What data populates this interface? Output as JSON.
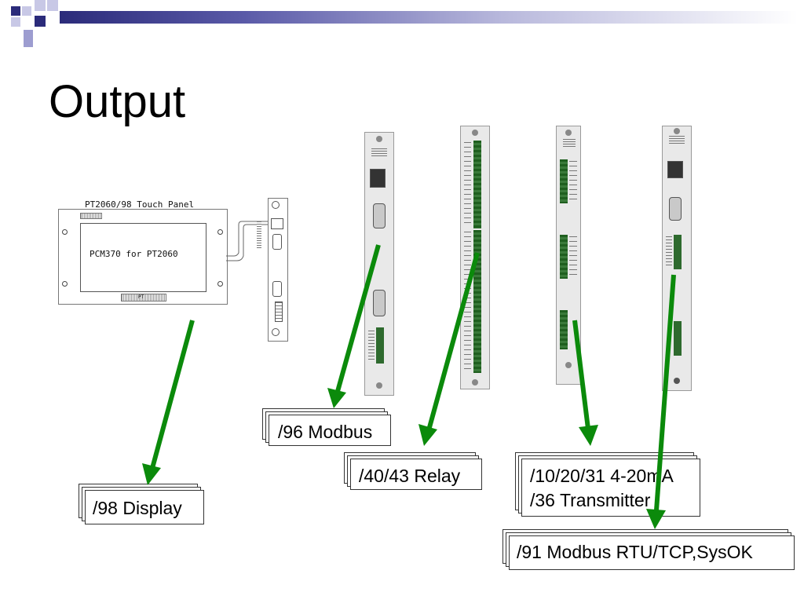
{
  "slide": {
    "title": "Output"
  },
  "touch_panel": {
    "header": "PT2060/98 Touch Panel",
    "screen_text": "PCM370 for PT2060",
    "bottom_mark": "PT"
  },
  "labels": {
    "modbus_96": "/96 Modbus",
    "relay_40_43": "/40/43 Relay",
    "transmitter_line1": "/10/20/31 4-20mA",
    "transmitter_line2": "/36 Transmitter",
    "display_98": "/98 Display",
    "modbus_rtu_91": "/91 Modbus RTU/TCP,SysOK"
  },
  "colors": {
    "arrow": "#0b8a0b",
    "decor_navy": "#2b2b7a",
    "decor_light": "#9d9dd0"
  }
}
